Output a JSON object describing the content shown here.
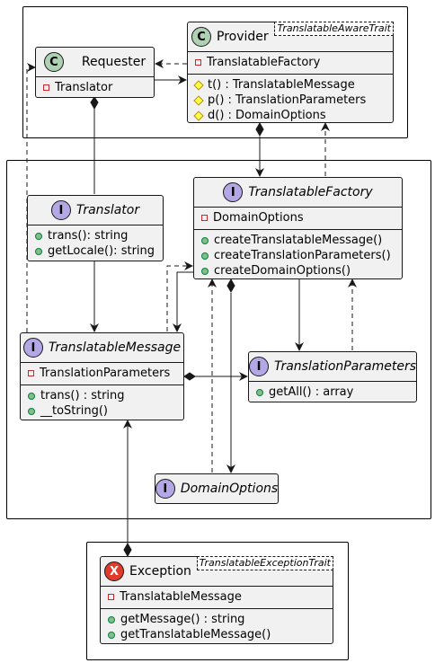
{
  "classes": {
    "provider": {
      "kind": "C",
      "name": "Provider",
      "trait": "TranslatableAwareTrait",
      "fields": [
        {
          "vis": "private",
          "text": "TranslatableFactory"
        }
      ],
      "methods": [
        {
          "vis": "protected",
          "text": "t() : TranslatableMessage"
        },
        {
          "vis": "protected",
          "text": "p() : TranslationParameters"
        },
        {
          "vis": "protected",
          "text": "d() : DomainOptions"
        }
      ]
    },
    "requester": {
      "kind": "C",
      "name": "Requester",
      "fields": [
        {
          "vis": "private",
          "text": "Translator"
        }
      ]
    },
    "translator": {
      "kind": "I",
      "name": "Translator",
      "methods": [
        {
          "vis": "public",
          "text": "trans(): string"
        },
        {
          "vis": "public",
          "text": "getLocale(): string"
        }
      ]
    },
    "factory": {
      "kind": "I",
      "name": "TranslatableFactory",
      "fields": [
        {
          "vis": "private",
          "text": "DomainOptions"
        }
      ],
      "methods": [
        {
          "vis": "public",
          "text": "createTranslatableMessage()"
        },
        {
          "vis": "public",
          "text": "createTranslationParameters()"
        },
        {
          "vis": "public",
          "text": "createDomainOptions()"
        }
      ]
    },
    "message": {
      "kind": "I",
      "name": "TranslatableMessage",
      "fields": [
        {
          "vis": "private",
          "text": "TranslationParameters"
        }
      ],
      "methods": [
        {
          "vis": "public",
          "text": "trans() : string"
        },
        {
          "vis": "public",
          "text": "__toString()"
        }
      ]
    },
    "params": {
      "kind": "I",
      "name": "TranslationParameters",
      "methods": [
        {
          "vis": "public",
          "text": "getAll() : array"
        }
      ]
    },
    "domain": {
      "kind": "I",
      "name": "DomainOptions"
    },
    "exception": {
      "kind": "X",
      "name": "Exception",
      "trait": "TranslatableExceptionTrait",
      "fields": [
        {
          "vis": "private",
          "text": "TranslatableMessage"
        }
      ],
      "methods": [
        {
          "vis": "public",
          "text": "getMessage() : string"
        },
        {
          "vis": "public",
          "text": "getTranslatableMessage()"
        }
      ]
    }
  },
  "colors": {
    "class_fill": "#f1f1f1",
    "class_circle": "#add1b2",
    "interface_circle": "#b4a7e5",
    "exception_circle": "#e03b2b",
    "line": "#181818"
  }
}
